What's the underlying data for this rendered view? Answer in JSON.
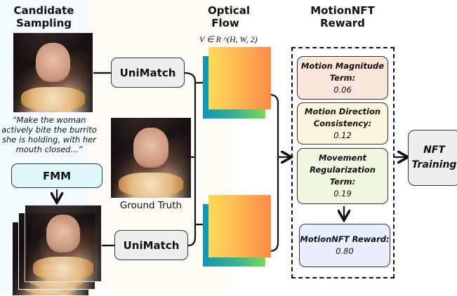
{
  "sections": {
    "candidate_sampling": "Candidate Sampling",
    "optical_flow": "Optical Flow",
    "motionnft_reward": "MotionNFT Reward"
  },
  "candidate": {
    "prompt": "“Make the woman actively bite the burrito she is holding, with her mouth closed...”",
    "fmm_label": "FMM",
    "input_image": "woman-eating-burrito-photo",
    "generated_frames": "generated-video-frames-stack"
  },
  "ground_truth": {
    "label": "Ground Truth",
    "image": "ground-truth-frame-photo"
  },
  "unimatch": {
    "top_label": "UniMatch",
    "bottom_label": "UniMatch"
  },
  "optical_flow": {
    "formula": "V ∈ R ^(H, W, 2)",
    "colors": {
      "front_start": "#fddb5a",
      "front_end": "#fd8a45",
      "back_start": "#0d96b6",
      "back_end": "#7ad85a"
    }
  },
  "reward": {
    "terms": [
      {
        "label": "Motion Magnitude Term:",
        "value": "0.06",
        "color": "#fbe6dc"
      },
      {
        "label": "Motion Direction Consistency:",
        "value": "0.12",
        "color": "#fdf4dc"
      },
      {
        "label": "Movement Regularization Term:",
        "value": "0.19",
        "color": "#eef7de"
      }
    ],
    "final": {
      "label": "MotionNFT Reward:",
      "value": "0.80",
      "color": "#e8eefb"
    }
  },
  "training": {
    "label_line1": "NFT",
    "label_line2": "Training"
  }
}
